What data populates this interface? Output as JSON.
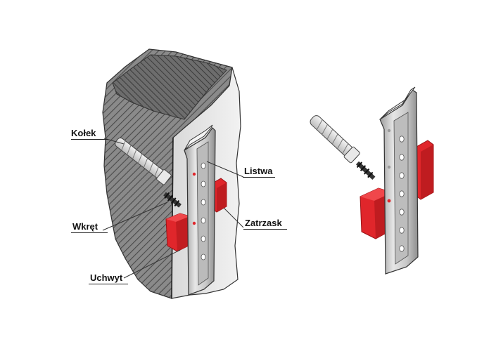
{
  "labels": {
    "kolek": "Kołek",
    "wkret": "Wkręt",
    "uchwyt": "Uchwyt",
    "listwa": "Listwa",
    "zatrzask": "Zatrzask"
  },
  "colors": {
    "accent_red": "#e0262b",
    "wall_gray": "#7a7a7a",
    "rail_gray": "#d4d4d4",
    "line": "#222222"
  },
  "icons": {
    "anchor": "wall-plug-icon",
    "screw": "screw-icon",
    "clip": "bracket-clip-icon",
    "rail": "rail-profile-icon"
  }
}
